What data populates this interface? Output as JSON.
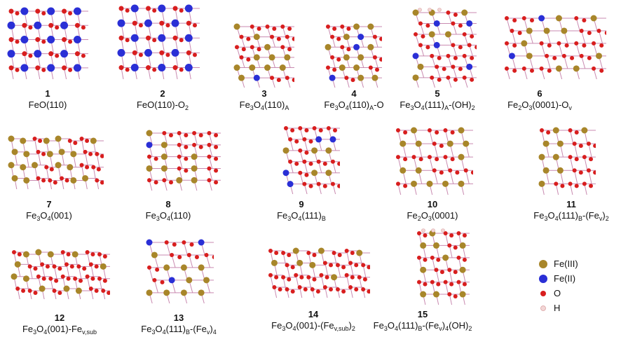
{
  "colors": {
    "fe3": "#a8862a",
    "fe2": "#2a2fd6",
    "o": "#d81e1e",
    "h": "#f3d6d6",
    "bond": "#c98ab0"
  },
  "structures": [
    {
      "number": "1",
      "formula": [
        [
          "FeO(110)",
          ""
        ]
      ]
    },
    {
      "number": "2",
      "formula": [
        [
          "FeO(110)-O",
          ""
        ],
        [
          "2",
          "sub"
        ]
      ]
    },
    {
      "number": "3",
      "formula": [
        [
          "Fe",
          ""
        ],
        [
          "3",
          "sub"
        ],
        [
          "O",
          ""
        ],
        [
          "4",
          "sub"
        ],
        [
          "(110)",
          ""
        ],
        [
          "A",
          "sub"
        ]
      ]
    },
    {
      "number": "4",
      "formula": [
        [
          "Fe",
          ""
        ],
        [
          "3",
          "sub"
        ],
        [
          "O",
          ""
        ],
        [
          "4",
          "sub"
        ],
        [
          "(110)",
          ""
        ],
        [
          "A",
          "sub"
        ],
        [
          "-O",
          ""
        ]
      ]
    },
    {
      "number": "5",
      "formula": [
        [
          "Fe",
          ""
        ],
        [
          "3",
          "sub"
        ],
        [
          "O",
          ""
        ],
        [
          "4",
          "sub"
        ],
        [
          "(111)",
          ""
        ],
        [
          "A",
          "sub"
        ],
        [
          "-(OH)",
          ""
        ],
        [
          "2",
          "sub"
        ]
      ]
    },
    {
      "number": "6",
      "formula": [
        [
          "Fe",
          ""
        ],
        [
          "2",
          "sub"
        ],
        [
          "O",
          ""
        ],
        [
          "3",
          "sub"
        ],
        [
          "(0001)-O",
          ""
        ],
        [
          "v",
          "sub"
        ]
      ]
    },
    {
      "number": "7",
      "formula": [
        [
          "Fe",
          ""
        ],
        [
          "3",
          "sub"
        ],
        [
          "O",
          ""
        ],
        [
          "4",
          "sub"
        ],
        [
          "(001)",
          ""
        ]
      ]
    },
    {
      "number": "8",
      "formula": [
        [
          "Fe",
          ""
        ],
        [
          "3",
          "sub"
        ],
        [
          "O",
          ""
        ],
        [
          "4",
          "sub"
        ],
        [
          "(110)",
          ""
        ]
      ]
    },
    {
      "number": "9",
      "formula": [
        [
          "Fe",
          ""
        ],
        [
          "3",
          "sub"
        ],
        [
          "O",
          ""
        ],
        [
          "4",
          "sub"
        ],
        [
          "(111)",
          ""
        ],
        [
          "B",
          "sub"
        ]
      ]
    },
    {
      "number": "10",
      "formula": [
        [
          "Fe",
          ""
        ],
        [
          "2",
          "sub"
        ],
        [
          "O",
          ""
        ],
        [
          "3",
          "sub"
        ],
        [
          "(0001)",
          ""
        ]
      ]
    },
    {
      "number": "11",
      "formula": [
        [
          "Fe",
          ""
        ],
        [
          "3",
          "sub"
        ],
        [
          "O",
          ""
        ],
        [
          "4",
          "sub"
        ],
        [
          "(111)",
          ""
        ],
        [
          "B",
          "sub"
        ],
        [
          "-(Fe",
          ""
        ],
        [
          "v",
          "sub"
        ],
        [
          ")",
          ""
        ],
        [
          "2",
          "sub"
        ]
      ]
    },
    {
      "number": "12",
      "formula": [
        [
          "Fe",
          ""
        ],
        [
          "3",
          "sub"
        ],
        [
          "O",
          ""
        ],
        [
          "4",
          "sub"
        ],
        [
          "(001)-Fe",
          ""
        ],
        [
          "v,sub",
          "sub"
        ]
      ]
    },
    {
      "number": "13",
      "formula": [
        [
          "Fe",
          ""
        ],
        [
          "3",
          "sub"
        ],
        [
          "O",
          ""
        ],
        [
          "4",
          "sub"
        ],
        [
          "(111)",
          ""
        ],
        [
          "B",
          "sub"
        ],
        [
          "-(Fe",
          ""
        ],
        [
          "v",
          "sub"
        ],
        [
          ")",
          ""
        ],
        [
          "4",
          "sub"
        ]
      ]
    },
    {
      "number": "14",
      "formula": [
        [
          "Fe",
          ""
        ],
        [
          "3",
          "sub"
        ],
        [
          "O",
          ""
        ],
        [
          "4",
          "sub"
        ],
        [
          "(001)-(Fe",
          ""
        ],
        [
          "v,sub",
          "sub"
        ],
        [
          ")",
          ""
        ],
        [
          "2",
          "sub"
        ]
      ]
    },
    {
      "number": "15",
      "formula": [
        [
          "Fe",
          ""
        ],
        [
          "3",
          "sub"
        ],
        [
          "O",
          ""
        ],
        [
          "4",
          "sub"
        ],
        [
          "(111)",
          ""
        ],
        [
          "B",
          "sub"
        ],
        [
          "-(Fe",
          ""
        ],
        [
          "v",
          "sub"
        ],
        [
          ")",
          ""
        ],
        [
          "4",
          "sub"
        ],
        [
          "(OH)",
          ""
        ],
        [
          "2",
          "sub"
        ]
      ]
    }
  ],
  "legend": [
    {
      "label": "Fe(III)",
      "color_key": "fe3"
    },
    {
      "label": "Fe(II)",
      "color_key": "fe2"
    },
    {
      "label": "O",
      "color_key": "o"
    },
    {
      "label": "H",
      "color_key": "h"
    }
  ]
}
